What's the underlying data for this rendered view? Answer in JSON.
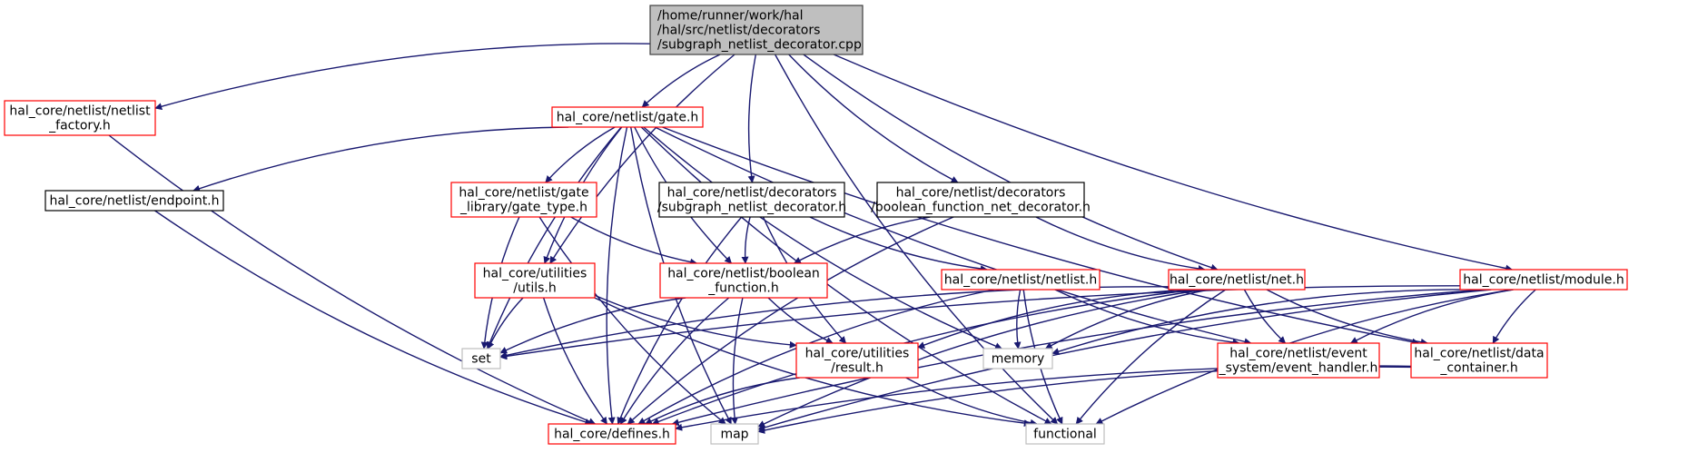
{
  "colors": {
    "edge": "#191970",
    "root_fill": "#bfbfbf",
    "root_border": "#404040",
    "border_red": "#ff0000",
    "border_black": "#000000",
    "border_gray": "#bfbfbf",
    "text": "#000000",
    "background": "#ffffff"
  },
  "nodes": [
    {
      "id": "root",
      "lines": [
        "/home/runner/work/hal",
        "/hal/src/netlist/decorators",
        "/subgraph_netlist_decorator.cpp"
      ],
      "style": "root",
      "anchor": "start"
    },
    {
      "id": "netlist_factory",
      "lines": [
        "hal_core/netlist/netlist",
        "_factory.h"
      ],
      "style": "red"
    },
    {
      "id": "gate",
      "lines": [
        "hal_core/netlist/gate.h"
      ],
      "style": "red"
    },
    {
      "id": "endpoint",
      "lines": [
        "hal_core/netlist/endpoint.h"
      ],
      "style": "black"
    },
    {
      "id": "gate_type",
      "lines": [
        "hal_core/netlist/gate",
        "_library/gate_type.h"
      ],
      "style": "red"
    },
    {
      "id": "subgraph_dec",
      "lines": [
        "hal_core/netlist/decorators",
        "/subgraph_netlist_decorator.h"
      ],
      "style": "black"
    },
    {
      "id": "bool_dec",
      "lines": [
        "hal_core/netlist/decorators",
        "/boolean_function_net_decorator.h"
      ],
      "style": "black"
    },
    {
      "id": "utils",
      "lines": [
        "hal_core/utilities",
        "/utils.h"
      ],
      "style": "red"
    },
    {
      "id": "boolean_function",
      "lines": [
        "hal_core/netlist/boolean",
        "_function.h"
      ],
      "style": "red"
    },
    {
      "id": "netlist",
      "lines": [
        "hal_core/netlist/netlist.h"
      ],
      "style": "red"
    },
    {
      "id": "net",
      "lines": [
        "hal_core/netlist/net.h"
      ],
      "style": "red"
    },
    {
      "id": "module",
      "lines": [
        "hal_core/netlist/module.h"
      ],
      "style": "red"
    },
    {
      "id": "set",
      "lines": [
        "set"
      ],
      "style": "gray"
    },
    {
      "id": "result",
      "lines": [
        "hal_core/utilities",
        "/result.h"
      ],
      "style": "red"
    },
    {
      "id": "memory",
      "lines": [
        "memory"
      ],
      "style": "gray"
    },
    {
      "id": "event_handler",
      "lines": [
        "hal_core/netlist/event",
        "_system/event_handler.h"
      ],
      "style": "red"
    },
    {
      "id": "data_container",
      "lines": [
        "hal_core/netlist/data",
        "_container.h"
      ],
      "style": "red"
    },
    {
      "id": "defines",
      "lines": [
        "hal_core/defines.h"
      ],
      "style": "red"
    },
    {
      "id": "map",
      "lines": [
        "map"
      ],
      "style": "gray"
    },
    {
      "id": "functional",
      "lines": [
        "functional"
      ],
      "style": "gray"
    }
  ],
  "edges": [
    [
      "root",
      "netlist_factory"
    ],
    [
      "root",
      "gate"
    ],
    [
      "root",
      "subgraph_dec"
    ],
    [
      "root",
      "bool_dec"
    ],
    [
      "root",
      "utils"
    ],
    [
      "root",
      "net"
    ],
    [
      "root",
      "module"
    ],
    [
      "root",
      "functional"
    ],
    [
      "netlist_factory",
      "defines"
    ],
    [
      "gate",
      "endpoint"
    ],
    [
      "gate",
      "gate_type"
    ],
    [
      "gate",
      "boolean_function"
    ],
    [
      "gate",
      "set"
    ],
    [
      "gate",
      "defines"
    ],
    [
      "gate",
      "map"
    ],
    [
      "gate",
      "memory"
    ],
    [
      "gate",
      "event_handler"
    ],
    [
      "gate",
      "data_container"
    ],
    [
      "gate",
      "functional"
    ],
    [
      "gate",
      "utils"
    ],
    [
      "endpoint",
      "defines"
    ],
    [
      "gate_type",
      "boolean_function"
    ],
    [
      "gate_type",
      "set"
    ],
    [
      "gate_type",
      "map"
    ],
    [
      "subgraph_dec",
      "boolean_function"
    ],
    [
      "subgraph_dec",
      "netlist"
    ],
    [
      "subgraph_dec",
      "result"
    ],
    [
      "subgraph_dec",
      "defines"
    ],
    [
      "bool_dec",
      "boolean_function"
    ],
    [
      "bool_dec",
      "net"
    ],
    [
      "bool_dec",
      "defines"
    ],
    [
      "utils",
      "set"
    ],
    [
      "utils",
      "result"
    ],
    [
      "utils",
      "defines"
    ],
    [
      "utils",
      "functional"
    ],
    [
      "boolean_function",
      "set"
    ],
    [
      "boolean_function",
      "result"
    ],
    [
      "boolean_function",
      "defines"
    ],
    [
      "boolean_function",
      "map"
    ],
    [
      "netlist",
      "memory"
    ],
    [
      "netlist",
      "event_handler"
    ],
    [
      "netlist",
      "defines"
    ],
    [
      "netlist",
      "functional"
    ],
    [
      "net",
      "set"
    ],
    [
      "net",
      "result"
    ],
    [
      "net",
      "memory"
    ],
    [
      "net",
      "event_handler"
    ],
    [
      "net",
      "data_container"
    ],
    [
      "net",
      "defines"
    ],
    [
      "net",
      "map"
    ],
    [
      "net",
      "functional"
    ],
    [
      "module",
      "memory"
    ],
    [
      "module",
      "event_handler"
    ],
    [
      "module",
      "data_container"
    ],
    [
      "module",
      "defines"
    ],
    [
      "module",
      "map"
    ],
    [
      "module",
      "functional"
    ],
    [
      "module",
      "set"
    ],
    [
      "result",
      "defines"
    ],
    [
      "result",
      "functional"
    ],
    [
      "data_container",
      "defines"
    ],
    [
      "data_container",
      "map"
    ]
  ]
}
